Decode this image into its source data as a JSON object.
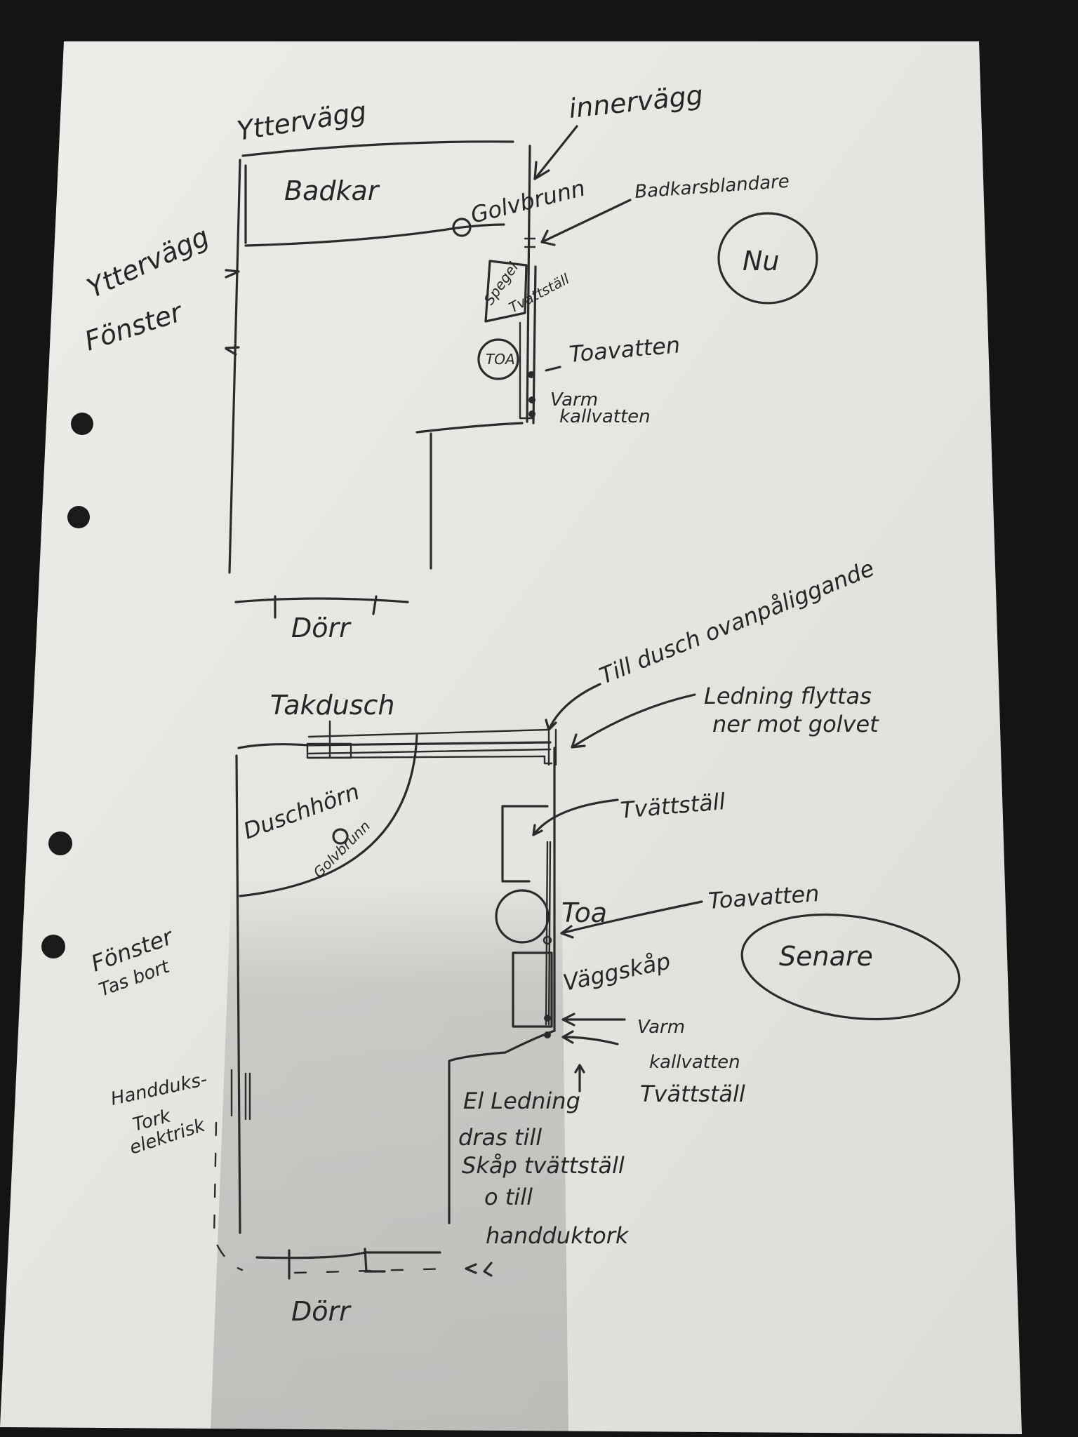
{
  "sheet": {
    "paper_color": "#ecebe8",
    "background_color": "#141414",
    "ink_color": "#262626"
  },
  "plan_now": {
    "tag": "Nu",
    "labels": {
      "outer_wall_top": "Yttervägg",
      "inner_wall": "innervägg",
      "bathtub": "Badkar",
      "floor_drain": "Golvbrunn",
      "tub_mixer": "Badkarsblandare",
      "outer_wall_left": "Yttervägg",
      "window": "Fönster",
      "mirror": "Spegel",
      "sink": "Tvättställ",
      "toilet": "TOA",
      "toilet_water": "Toavatten",
      "hot": "Varm",
      "cold_water": "kallvatten",
      "door": "Dörr"
    }
  },
  "plan_later": {
    "tag": "Senare",
    "labels": {
      "to_shower": "Till dusch ovanpåliggande",
      "ceiling_shower": "Takdusch",
      "pipe_moved_1": "Ledning flyttas",
      "pipe_moved_2": "ner mot golvet",
      "shower_corner": "Duschhörn",
      "floor_drain": "Golvbrunn",
      "sink": "Tvättställ",
      "toilet": "Toa",
      "toilet_water": "Toavatten",
      "window_1": "Fönster",
      "window_2": "Tas bort",
      "wall_cabinet": "Väggskåp",
      "hot": "Varm",
      "cold_water": "kallvatten",
      "sink_2": "Tvättställ",
      "towel_1": "Handduks-",
      "towel_2": "Tork",
      "towel_3": "elektrisk",
      "el_1": "El Ledning",
      "el_2": "dras till",
      "el_3": "Skåp tvättställ",
      "el_4": "o till",
      "el_5": "handduktork",
      "door": "Dörr"
    }
  }
}
